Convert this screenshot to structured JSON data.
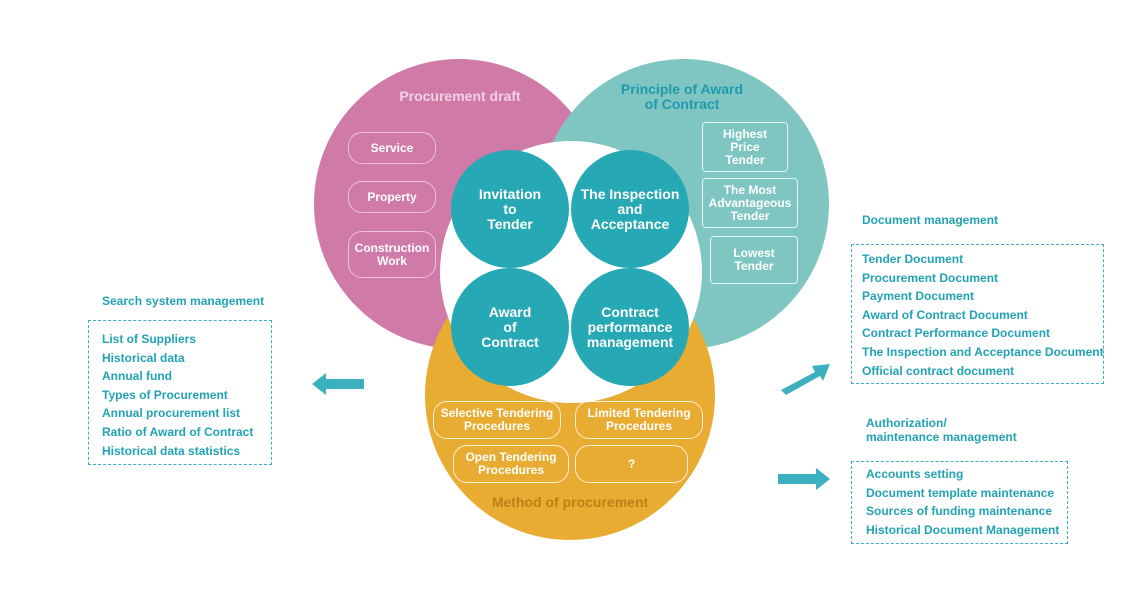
{
  "colors": {
    "pink": "#d07aa7",
    "teal_light": "#7fc6c2",
    "orange": "#e9ac32",
    "teal_dark": "#26a8b5",
    "accent_text": "#22a3b4",
    "orange_title": "#c07d16"
  },
  "procurement_draft": {
    "title": "Procurement draft",
    "items": [
      "Service",
      "Property",
      "Construction Work"
    ]
  },
  "principle_award": {
    "title": "Principle of Award of Contract",
    "items": [
      "Highest Price Tender",
      "The Most Advantageous Tender",
      "Lowest Tender"
    ]
  },
  "method_procurement": {
    "title": "Method of procurement",
    "items": [
      "Selective Tendering Procedures",
      "Limited Tendering Procedures",
      "Open Tendering Procedures",
      "?"
    ]
  },
  "core": {
    "invitation": "Invitation to Tender",
    "inspection": "The Inspection and Acceptance",
    "award": "Award of Contract",
    "performance": "Contract performance management"
  },
  "search_management": {
    "title": "Search system management",
    "items": [
      "List of Suppliers",
      "Historical data",
      "Annual fund",
      "Types of Procurement",
      "Annual procurement list",
      "Ratio of Award of Contract",
      "Historical data statistics"
    ]
  },
  "document_management": {
    "title": "Document management",
    "items": [
      "Tender Document",
      "Procurement Document",
      "Payment Document",
      "Award of Contract Document",
      "Contract Performance Document",
      "The Inspection and Acceptance Document",
      "Official contract document"
    ]
  },
  "authorization_management": {
    "title_line1": "Authorization/",
    "title_line2": "maintenance management",
    "items": [
      "Accounts setting",
      "Document template maintenance",
      "Sources of funding maintenance",
      "Historical Document Management"
    ]
  },
  "arrows": [
    "arrow-left-icon",
    "arrow-up-right-icon",
    "arrow-right-icon"
  ]
}
